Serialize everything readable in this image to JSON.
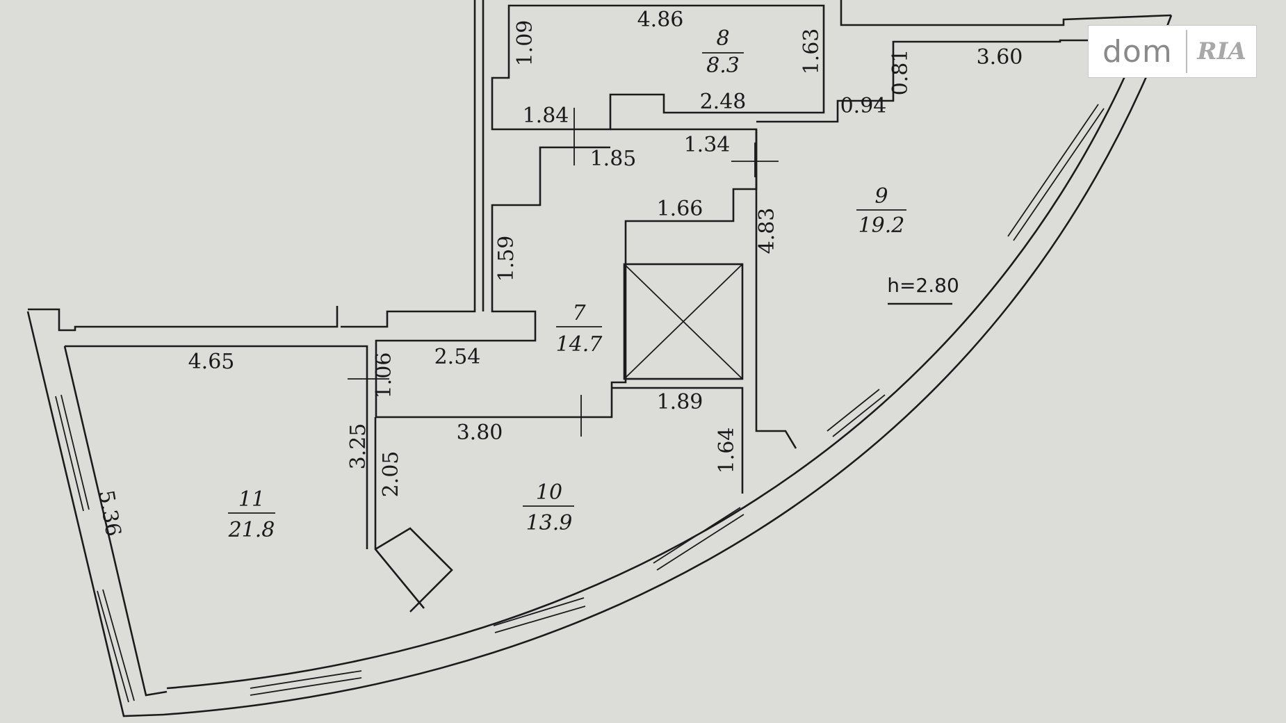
{
  "watermark": {
    "left": "dom",
    "right": "RIA"
  },
  "ceiling_height": "h=2.80",
  "rooms": [
    {
      "number": "7",
      "area": "14.7"
    },
    {
      "number": "8",
      "area": "8.3"
    },
    {
      "number": "9",
      "area": "19.2"
    },
    {
      "number": "10",
      "area": "13.9"
    },
    {
      "number": "11",
      "area": "21.8"
    }
  ],
  "dimensions": [
    "4.86",
    "1.09",
    "1.63",
    "2.48",
    "1.84",
    "1.85",
    "1.34",
    "3.60",
    "0.81",
    "0.94",
    "1.66",
    "4.83",
    "1.59",
    "4.65",
    "2.54",
    "1.06",
    "3.80",
    "1.89",
    "3.25",
    "2.05",
    "1.64",
    "5.36"
  ]
}
